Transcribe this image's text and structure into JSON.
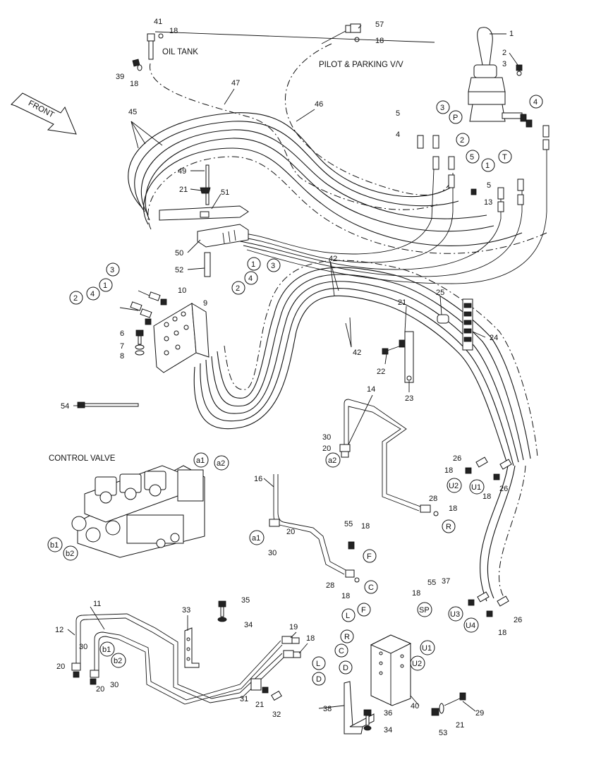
{
  "labels": {
    "oil_tank": "OIL TANK",
    "pilot_parking": "PILOT & PARKING V/V",
    "front": "FRONT",
    "control_valve": "CONTROL VALVE"
  },
  "part_numbers": {
    "p1": "1",
    "p2": "2",
    "p3": "3",
    "p4": "4",
    "p5": "5",
    "p6": "6",
    "p7": "7",
    "p8": "8",
    "p9": "9",
    "p10": "10",
    "p11": "11",
    "p12": "12",
    "p13": "13",
    "p14": "14",
    "p16": "16",
    "p18": "18",
    "p19": "19",
    "p20": "20",
    "p21": "21",
    "p22": "22",
    "p23": "23",
    "p24": "24",
    "p25": "25",
    "p26": "26",
    "p28": "28",
    "p29": "29",
    "p30": "30",
    "p31": "31",
    "p32": "32",
    "p33": "33",
    "p34": "34",
    "p35": "35",
    "p36": "36",
    "p37": "37",
    "p38": "38",
    "p39": "39",
    "p40": "40",
    "p41": "41",
    "p42": "42",
    "p45": "45",
    "p46": "46",
    "p47": "47",
    "p49": "49",
    "p50": "50",
    "p51": "51",
    "p52": "52",
    "p53": "53",
    "p54": "54",
    "p55": "55",
    "p57": "57"
  },
  "port_markers": {
    "m1": "1",
    "m2": "2",
    "m3": "3",
    "m4": "4",
    "m5": "5",
    "P": "P",
    "T": "T",
    "F": "F",
    "C": "C",
    "R": "R",
    "L": "L",
    "D": "D",
    "SP": "SP",
    "U1": "U1",
    "U2": "U2",
    "U3": "U3",
    "U4": "U4",
    "a1": "a1",
    "a2": "a2",
    "b1": "b1",
    "b2": "b2"
  }
}
